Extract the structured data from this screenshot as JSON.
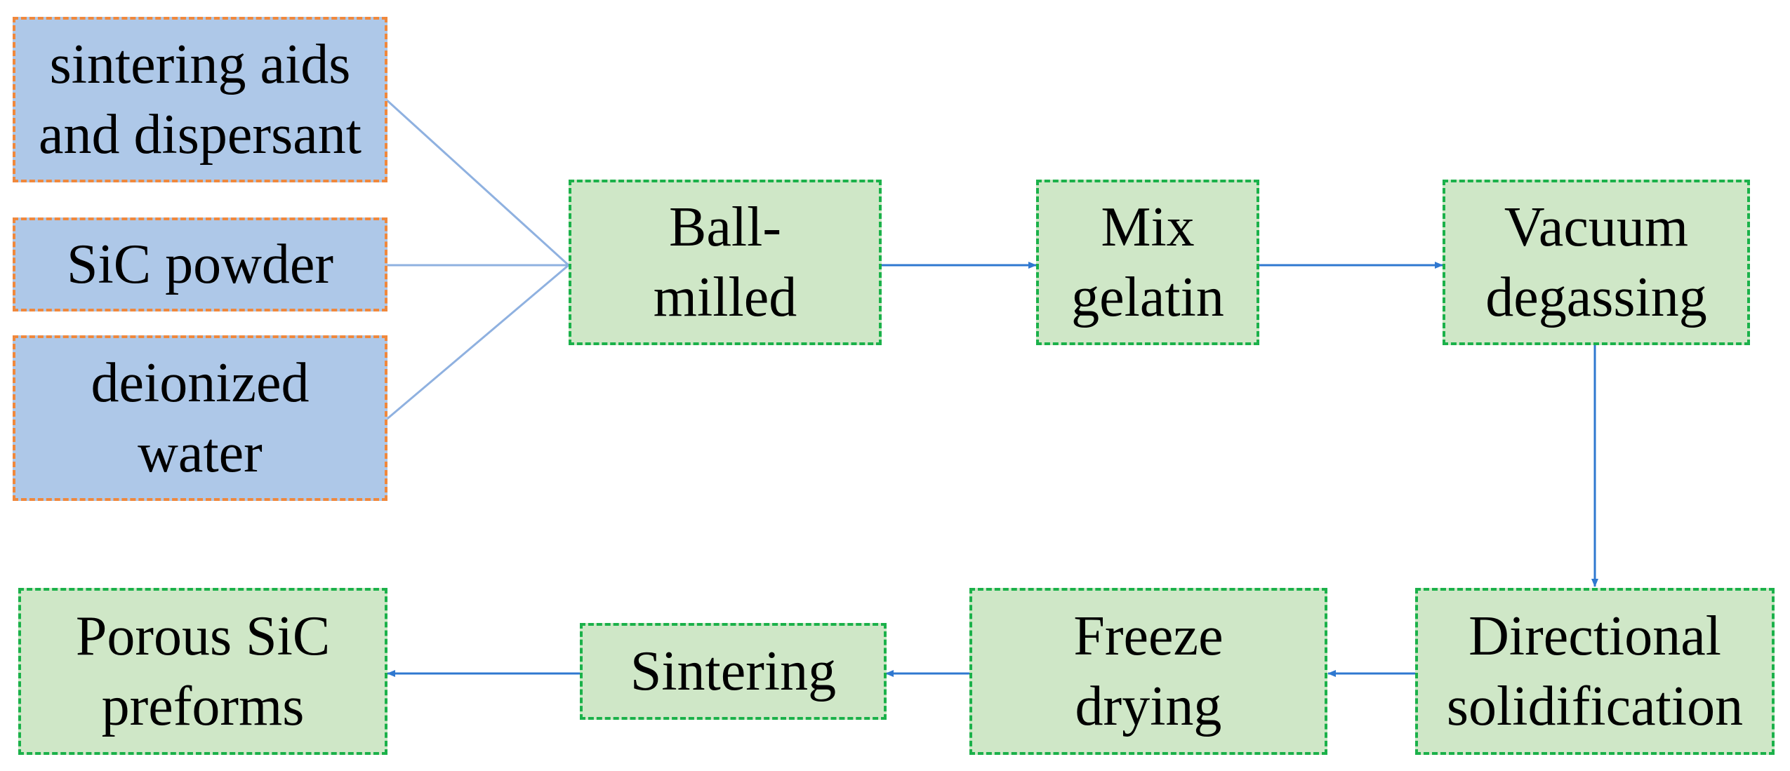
{
  "colors": {
    "input_fill": "#aec8e8",
    "input_border": "#f0883c",
    "step_fill": "#cfe7c7",
    "step_border": "#1bb14a",
    "connector_line": "#8fb1e0",
    "arrow": "#2f78d0"
  },
  "inputs": {
    "sintering_aids": {
      "line1": "sintering aids",
      "line2": "and dispersant"
    },
    "sic_powder": {
      "line1": "SiC powder"
    },
    "deionized_water": {
      "line1": "deionized",
      "line2": "water"
    }
  },
  "steps": {
    "ball_milled": {
      "line1": "Ball-",
      "line2": "milled"
    },
    "mix_gelatin": {
      "line1": "Mix",
      "line2": "gelatin"
    },
    "vacuum_degassing": {
      "line1": "Vacuum",
      "line2": "degassing"
    },
    "directional_solidification": {
      "line1": "Directional",
      "line2": "solidification"
    },
    "freeze_drying": {
      "line1": "Freeze",
      "line2": "drying"
    },
    "sintering": {
      "line1": "Sintering"
    },
    "porous_sic_preforms": {
      "line1": "Porous SiC",
      "line2": "preforms"
    }
  }
}
